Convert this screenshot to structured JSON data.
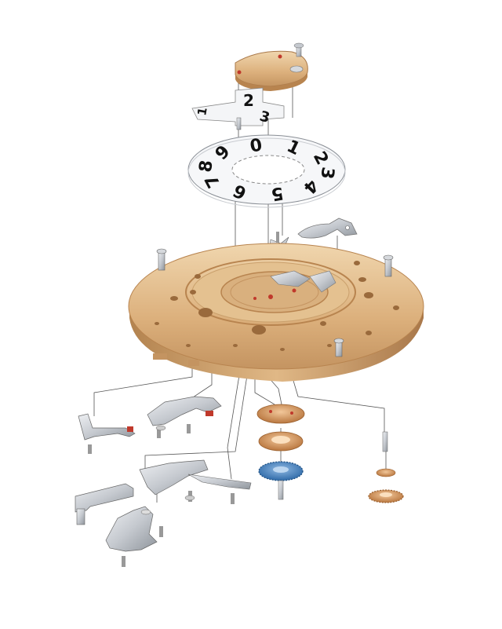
{
  "date_disc_digits": [
    "0",
    "1",
    "2",
    "3",
    "4",
    "5",
    "6",
    "7",
    "8",
    "9"
  ],
  "tens_cross_digits": [
    "1",
    "2",
    "3"
  ],
  "colors": {
    "brass": "#d9ad78",
    "brass_light": "#ecd0a5",
    "brass_dark": "#b8844f",
    "steel": "#c9ccd1",
    "steel_dark": "#8e939a",
    "ruby": "#c0392b",
    "blue_wheel": "#3a78b8",
    "copper": "#c9874f",
    "leader_line": "#444444"
  }
}
